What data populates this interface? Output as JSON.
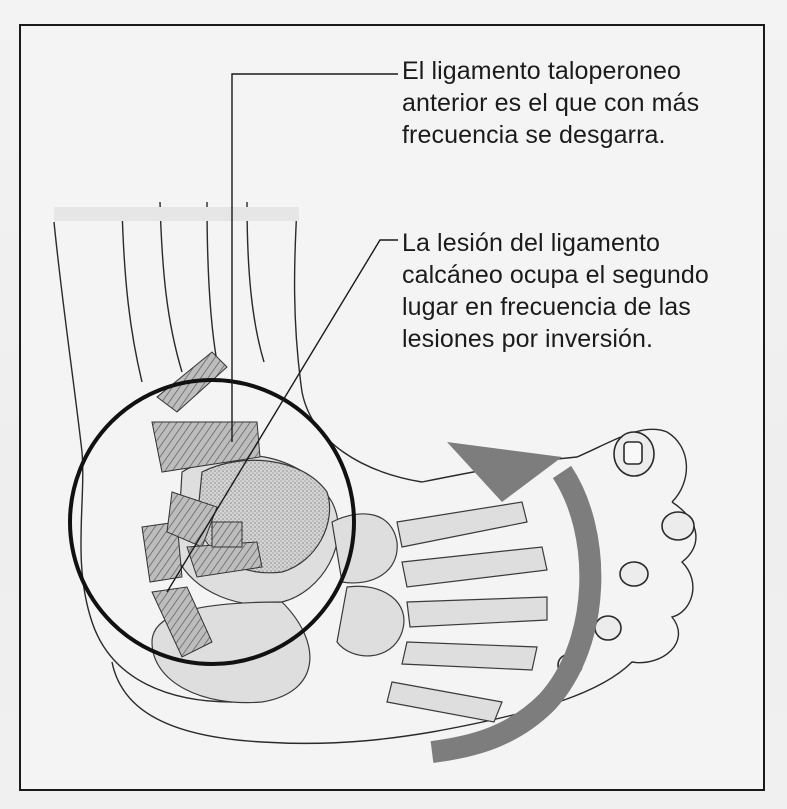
{
  "figure": {
    "callouts": [
      {
        "text": "El ligamento taloperoneo\nanterior es el que con más\nfrecuencia se desgarra."
      },
      {
        "text": "La lesión del ligamento\ncalcáneo ocupa el segundo\nlugar en frecuencia de las\nlesiones por inversión."
      }
    ],
    "icons": {
      "ankle": "ankle-foot-illustration",
      "circle": "magnifier-circle",
      "arrow": "inversion-arrow"
    },
    "colors": {
      "outline": "#1a1a1a",
      "bone": "#dcdcdc",
      "arrow": "#7d7d7d",
      "ligament": "#555555"
    }
  }
}
